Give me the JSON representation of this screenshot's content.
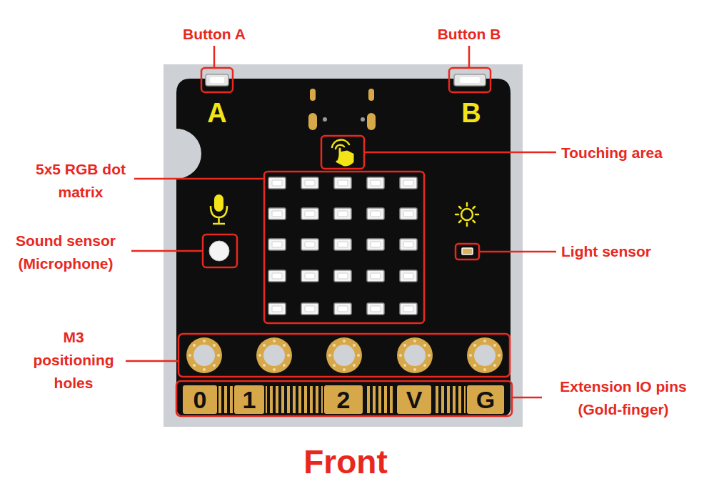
{
  "diagram": {
    "caption": "Front",
    "labels": [
      "Button A",
      "Button B",
      "A",
      "B",
      "Touching area",
      "5x5 RGB dot matrix",
      "Sound sensor (Microphone)",
      "Light sensor",
      "M3 positioning holes",
      "0",
      "1",
      "2",
      "V",
      "G",
      "Extension IO pins (Gold-finger)"
    ]
  }
}
